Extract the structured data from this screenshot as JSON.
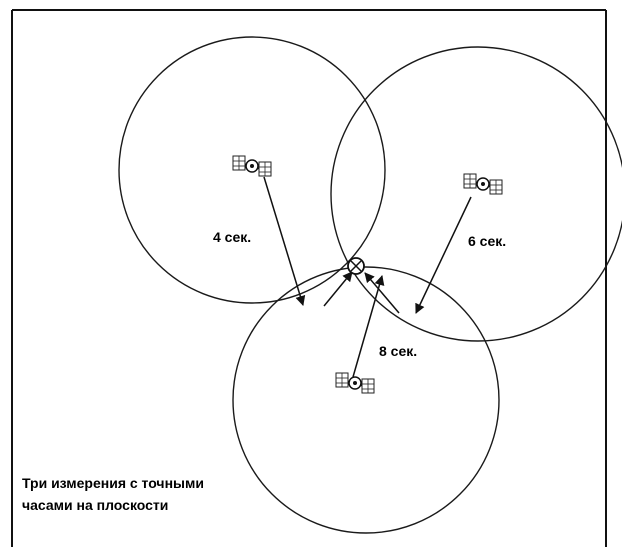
{
  "diagram": {
    "caption_line1": "Три измерения с точными",
    "caption_line2": "часами на плоскости",
    "satellites": [
      {
        "name": "left",
        "time_label": "4 сек."
      },
      {
        "name": "right",
        "time_label": "6 сек."
      },
      {
        "name": "bottom",
        "time_label": "8 сек."
      }
    ],
    "receiver": {
      "icon": "x-circle-icon"
    },
    "satellite_icon": "satellite-icon",
    "colors": {
      "stroke": "#111111",
      "background": "#ffffff"
    }
  }
}
